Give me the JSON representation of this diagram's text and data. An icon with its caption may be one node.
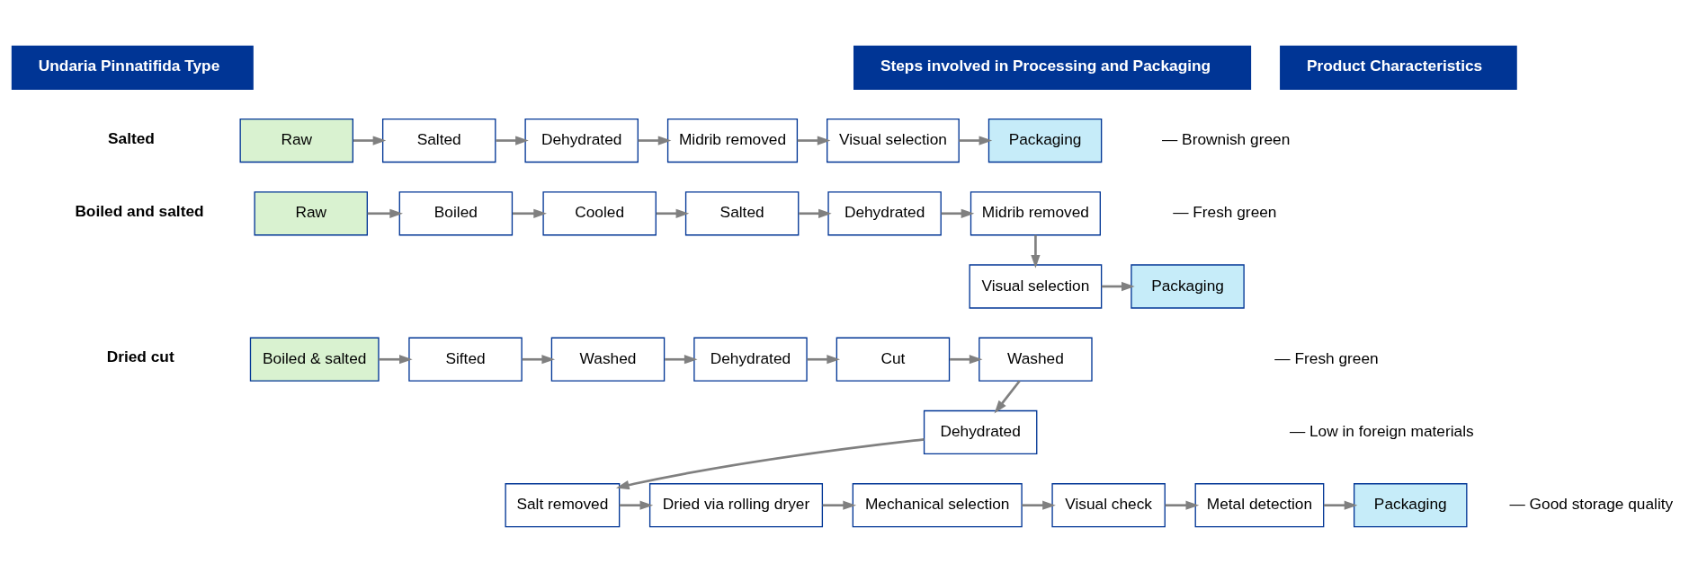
{
  "diagram": {
    "nodes": [
      {
        "text": [
          "Undaria Pinnatifida Type"
        ]
      },
      {
        "text": [
          "Steps involved in Processing and Packaging"
        ]
      },
      {
        "text": [
          "Product Characteristics"
        ]
      },
      {
        "text": [
          "Raw"
        ]
      },
      {
        "text": [
          "Salted"
        ]
      },
      {
        "text": [
          "Dehydrated"
        ]
      },
      {
        "text": [
          "Midrib removed"
        ]
      },
      {
        "text": [
          "Visual selection"
        ]
      },
      {
        "text": [
          "Packaging"
        ]
      },
      {
        "text": [
          "Raw"
        ]
      },
      {
        "text": [
          "Boiled"
        ]
      },
      {
        "text": [
          "Cooled"
        ]
      },
      {
        "text": [
          "Salted"
        ]
      },
      {
        "text": [
          "Dehydrated"
        ]
      },
      {
        "text": [
          "Midrib removed"
        ]
      },
      {
        "text": [
          "Visual selection"
        ]
      },
      {
        "text": [
          "Packaging"
        ]
      },
      {
        "text": [
          "Boiled & salted"
        ]
      },
      {
        "text": [
          "Sifted"
        ]
      },
      {
        "text": [
          "Washed"
        ]
      },
      {
        "text": [
          "Dehydrated"
        ]
      },
      {
        "text": [
          "Cut"
        ]
      },
      {
        "text": [
          "Washed"
        ]
      },
      {
        "text": [
          "Dehydrated"
        ]
      },
      {
        "text": [
          "Salt removed"
        ]
      },
      {
        "text": [
          "Dried via rolling dryer"
        ]
      },
      {
        "text": [
          "Mechanical selection"
        ]
      },
      {
        "text": [
          "Visual check"
        ]
      },
      {
        "text": [
          "Metal detection"
        ]
      },
      {
        "text": [
          "Packaging"
        ]
      }
    ],
    "edges": [
      {
        "from": 3,
        "to": 4,
        "arrow": "to"
      },
      {
        "from": 4,
        "to": 5,
        "arrow": "to"
      },
      {
        "from": 5,
        "to": 6,
        "arrow": "to"
      },
      {
        "from": 6,
        "to": 7,
        "arrow": "to"
      },
      {
        "from": 7,
        "to": 8,
        "arrow": "to"
      },
      {
        "from": 9,
        "to": 10,
        "arrow": "to"
      },
      {
        "from": 10,
        "to": 11,
        "arrow": "to"
      },
      {
        "from": 11,
        "to": 12,
        "arrow": "to"
      },
      {
        "from": 12,
        "to": 13,
        "arrow": "to"
      },
      {
        "from": 13,
        "to": 14,
        "arrow": "to"
      },
      {
        "from": 14,
        "to": 15,
        "arrow": "to"
      },
      {
        "from": 15,
        "to": 16,
        "arrow": "to"
      },
      {
        "from": 17,
        "to": 18,
        "arrow": "to"
      },
      {
        "from": 18,
        "to": 19,
        "arrow": "to"
      },
      {
        "from": 19,
        "to": 20,
        "arrow": "to"
      },
      {
        "from": 20,
        "to": 21,
        "arrow": "to"
      },
      {
        "from": 21,
        "to": 22,
        "arrow": "to"
      },
      {
        "from": 22,
        "to": 23,
        "arrow": "to"
      },
      {
        "from": 23,
        "to": 24,
        "arrow": "to"
      },
      {
        "from": 24,
        "to": 25,
        "arrow": "to"
      },
      {
        "from": 25,
        "to": 26,
        "arrow": "to"
      },
      {
        "from": 26,
        "to": 27,
        "arrow": "to"
      },
      {
        "from": 27,
        "to": 28,
        "arrow": "to"
      },
      {
        "from": 28,
        "to": 29,
        "arrow": "to"
      }
    ],
    "labels": [
      "Salted",
      "— Brownish green",
      "Boiled and salted",
      "— Fresh green",
      "Dried cut",
      "— Fresh green",
      "— Low in foreign materials",
      "— Good storage quality"
    ]
  }
}
